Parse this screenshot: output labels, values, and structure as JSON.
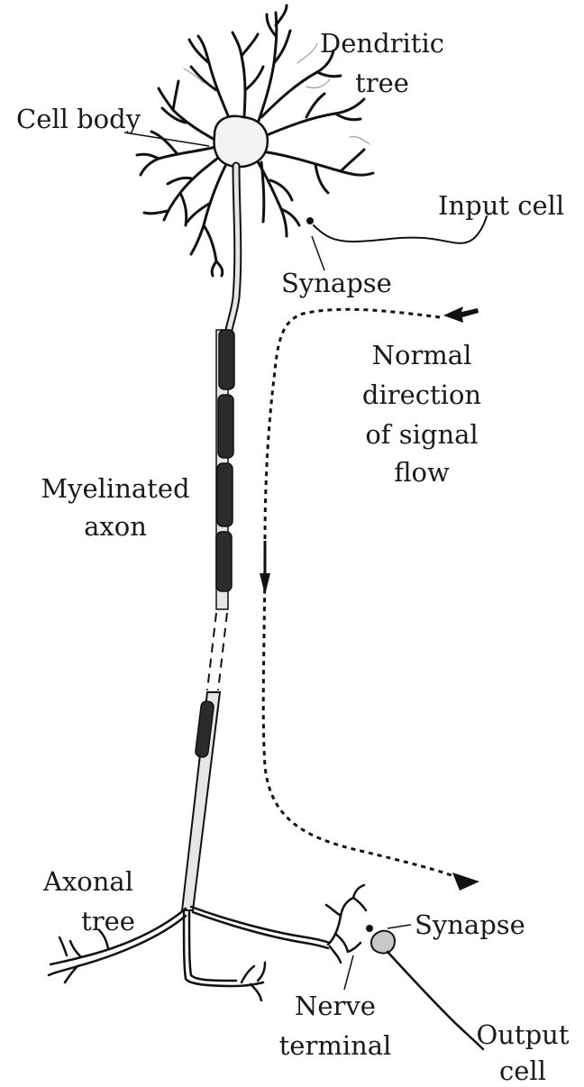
{
  "labels": {
    "cell_body": "Cell body",
    "dendritic_tree_1": "Dendritic",
    "dendritic_tree_2": "tree",
    "input_cell": "Input cell",
    "synapse_top": "Synapse",
    "normal_direction_1": "Normal",
    "normal_direction_2": "direction",
    "normal_direction_3": "of signal",
    "normal_direction_4": "flow",
    "myelinated_axon_1": "Myelinated",
    "myelinated_axon_2": "axon",
    "axonal_tree_1": "Axonal",
    "axonal_tree_2": "tree",
    "synapse_bottom": "Synapse",
    "nerve_terminal_1": "Nerve",
    "nerve_terminal_2": "terminal",
    "output_cell_1": "Output",
    "output_cell_2": "cell"
  },
  "colors": {
    "ink": "#111111",
    "axon_fill": "#e6e6e6",
    "myelin_fill": "#2b2b2b",
    "output_cell_fill": "#c8c8c8"
  }
}
